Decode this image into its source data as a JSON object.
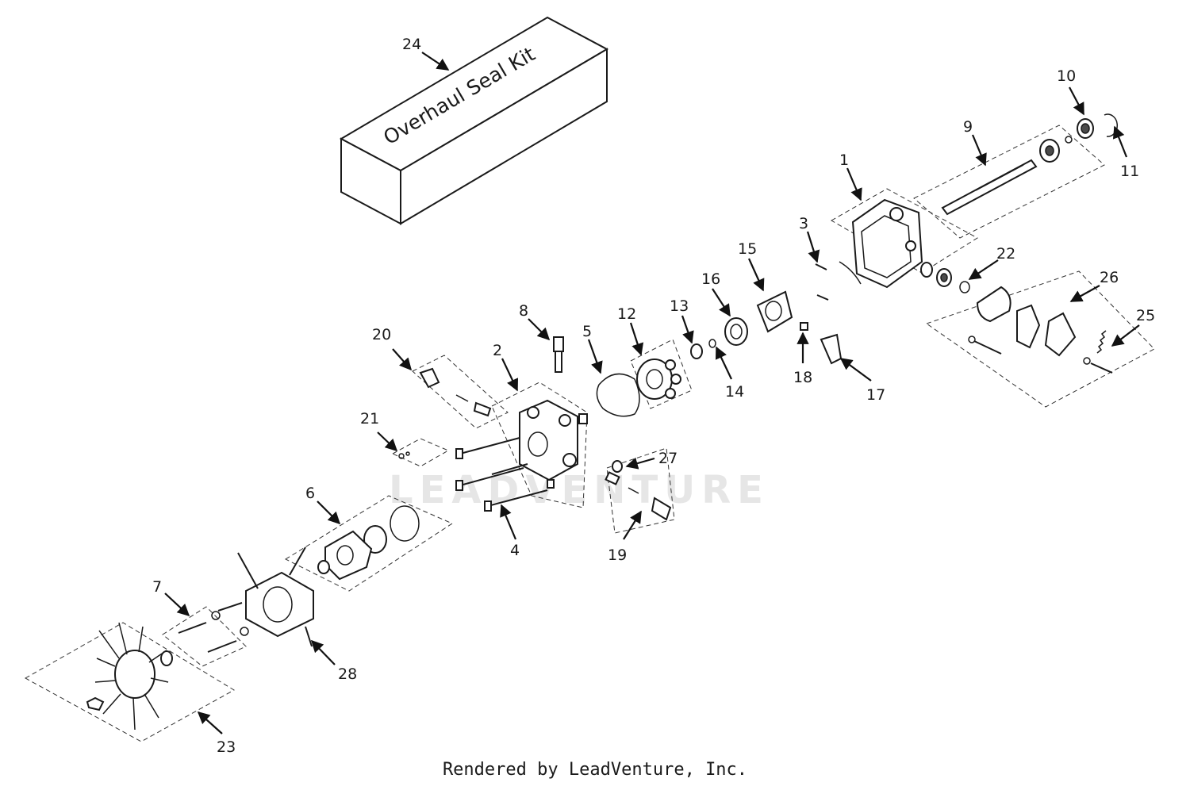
{
  "diagram": {
    "watermark": "LEADVENTURE",
    "kit_label": "Overhaul Seal Kit",
    "footer": "Rendered by LeadVenture, Inc.",
    "callouts": [
      {
        "id": "1",
        "label": "1"
      },
      {
        "id": "2",
        "label": "2"
      },
      {
        "id": "3",
        "label": "3"
      },
      {
        "id": "4",
        "label": "4"
      },
      {
        "id": "5",
        "label": "5"
      },
      {
        "id": "6",
        "label": "6"
      },
      {
        "id": "7",
        "label": "7"
      },
      {
        "id": "8",
        "label": "8"
      },
      {
        "id": "9",
        "label": "9"
      },
      {
        "id": "10",
        "label": "10"
      },
      {
        "id": "11",
        "label": "11"
      },
      {
        "id": "12",
        "label": "12"
      },
      {
        "id": "13",
        "label": "13"
      },
      {
        "id": "14",
        "label": "14"
      },
      {
        "id": "15",
        "label": "15"
      },
      {
        "id": "16",
        "label": "16"
      },
      {
        "id": "17",
        "label": "17"
      },
      {
        "id": "18",
        "label": "18"
      },
      {
        "id": "19",
        "label": "19"
      },
      {
        "id": "20",
        "label": "20"
      },
      {
        "id": "21",
        "label": "21"
      },
      {
        "id": "22",
        "label": "22"
      },
      {
        "id": "23",
        "label": "23"
      },
      {
        "id": "24",
        "label": "24"
      },
      {
        "id": "25",
        "label": "25"
      },
      {
        "id": "26",
        "label": "26"
      },
      {
        "id": "27",
        "label": "27"
      },
      {
        "id": "28",
        "label": "28"
      }
    ]
  }
}
